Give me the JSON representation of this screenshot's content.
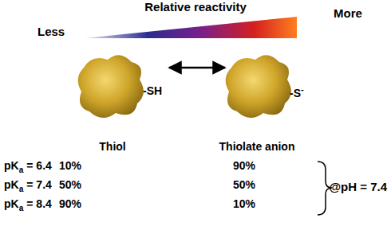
{
  "diagram": {
    "labels": [
      "Relative reactivity",
      "Less",
      "More",
      "-SH",
      "-S",
      "-",
      "Thiol",
      "Thiolate anion",
      "pK",
      "a",
      "= 6.4",
      "10%",
      "90%",
      "pK",
      "a",
      "= 7.4",
      "50%",
      "50%",
      "pK",
      "a",
      "= 8.4",
      "90%",
      "10%",
      "@pH = 7.4"
    ]
  }
}
